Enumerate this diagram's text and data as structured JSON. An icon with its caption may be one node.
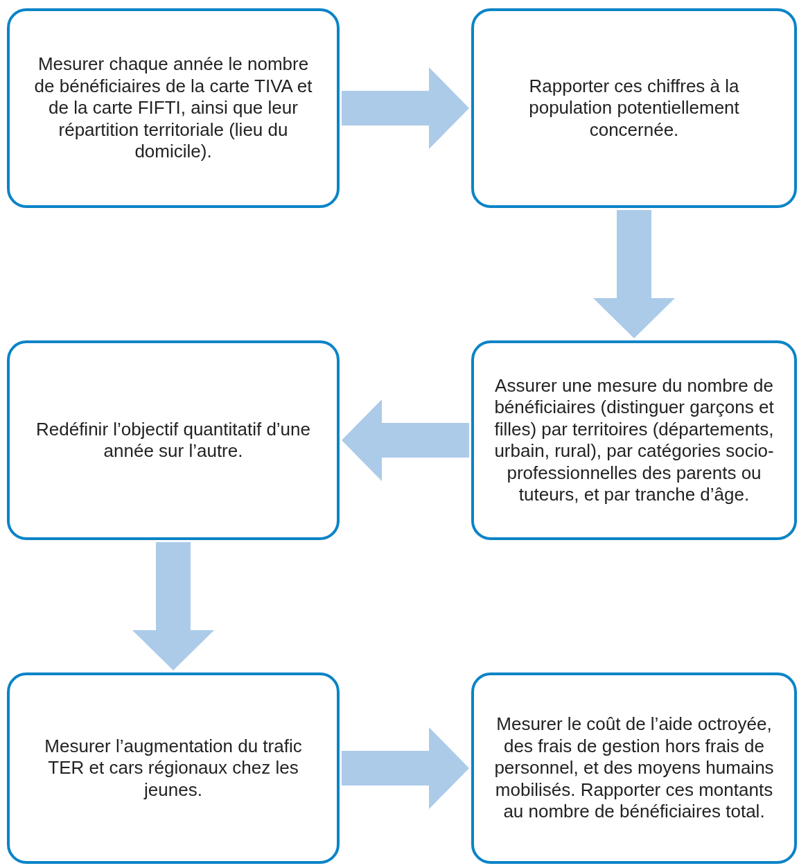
{
  "diagram": {
    "nodes": [
      {
        "text": [
          "Mesurer chaque année le nombre de bénéficiaires de la carte TIVA et de la carte FIFTI, ainsi que leur répartition territoriale (lieu du domicile)."
        ]
      },
      {
        "text": [
          "Rapporter ces chiffres à la population potentiellement concernée."
        ]
      },
      {
        "text": [
          "Redéfinir l’objectif quantitatif d’une année sur l’autre."
        ]
      },
      {
        "text": [
          "Assurer une mesure du nombre de bénéficiaires (distinguer garçons et filles) par territoires (départements, urbain, rural), par catégories socio-professionnelles des parents ou tuteurs, et par tranche d’âge."
        ]
      },
      {
        "text": [
          "Mesurer l’augmentation du trafic TER et cars régionaux chez les jeunes."
        ]
      },
      {
        "text": [
          "Mesurer le coût de l’aide octroyée, des frais de gestion hors frais de personnel, et des moyens humains mobilisés. Rapporter ces montants au nombre de bénéficiaires total."
        ]
      }
    ],
    "edges": [
      {
        "from": 0,
        "to": 1,
        "arrow": "to"
      },
      {
        "from": 1,
        "to": 3,
        "arrow": "to"
      },
      {
        "from": 3,
        "to": 2,
        "arrow": "to"
      },
      {
        "from": 2,
        "to": 4,
        "arrow": "to"
      },
      {
        "from": 4,
        "to": 5,
        "arrow": "to"
      }
    ]
  }
}
